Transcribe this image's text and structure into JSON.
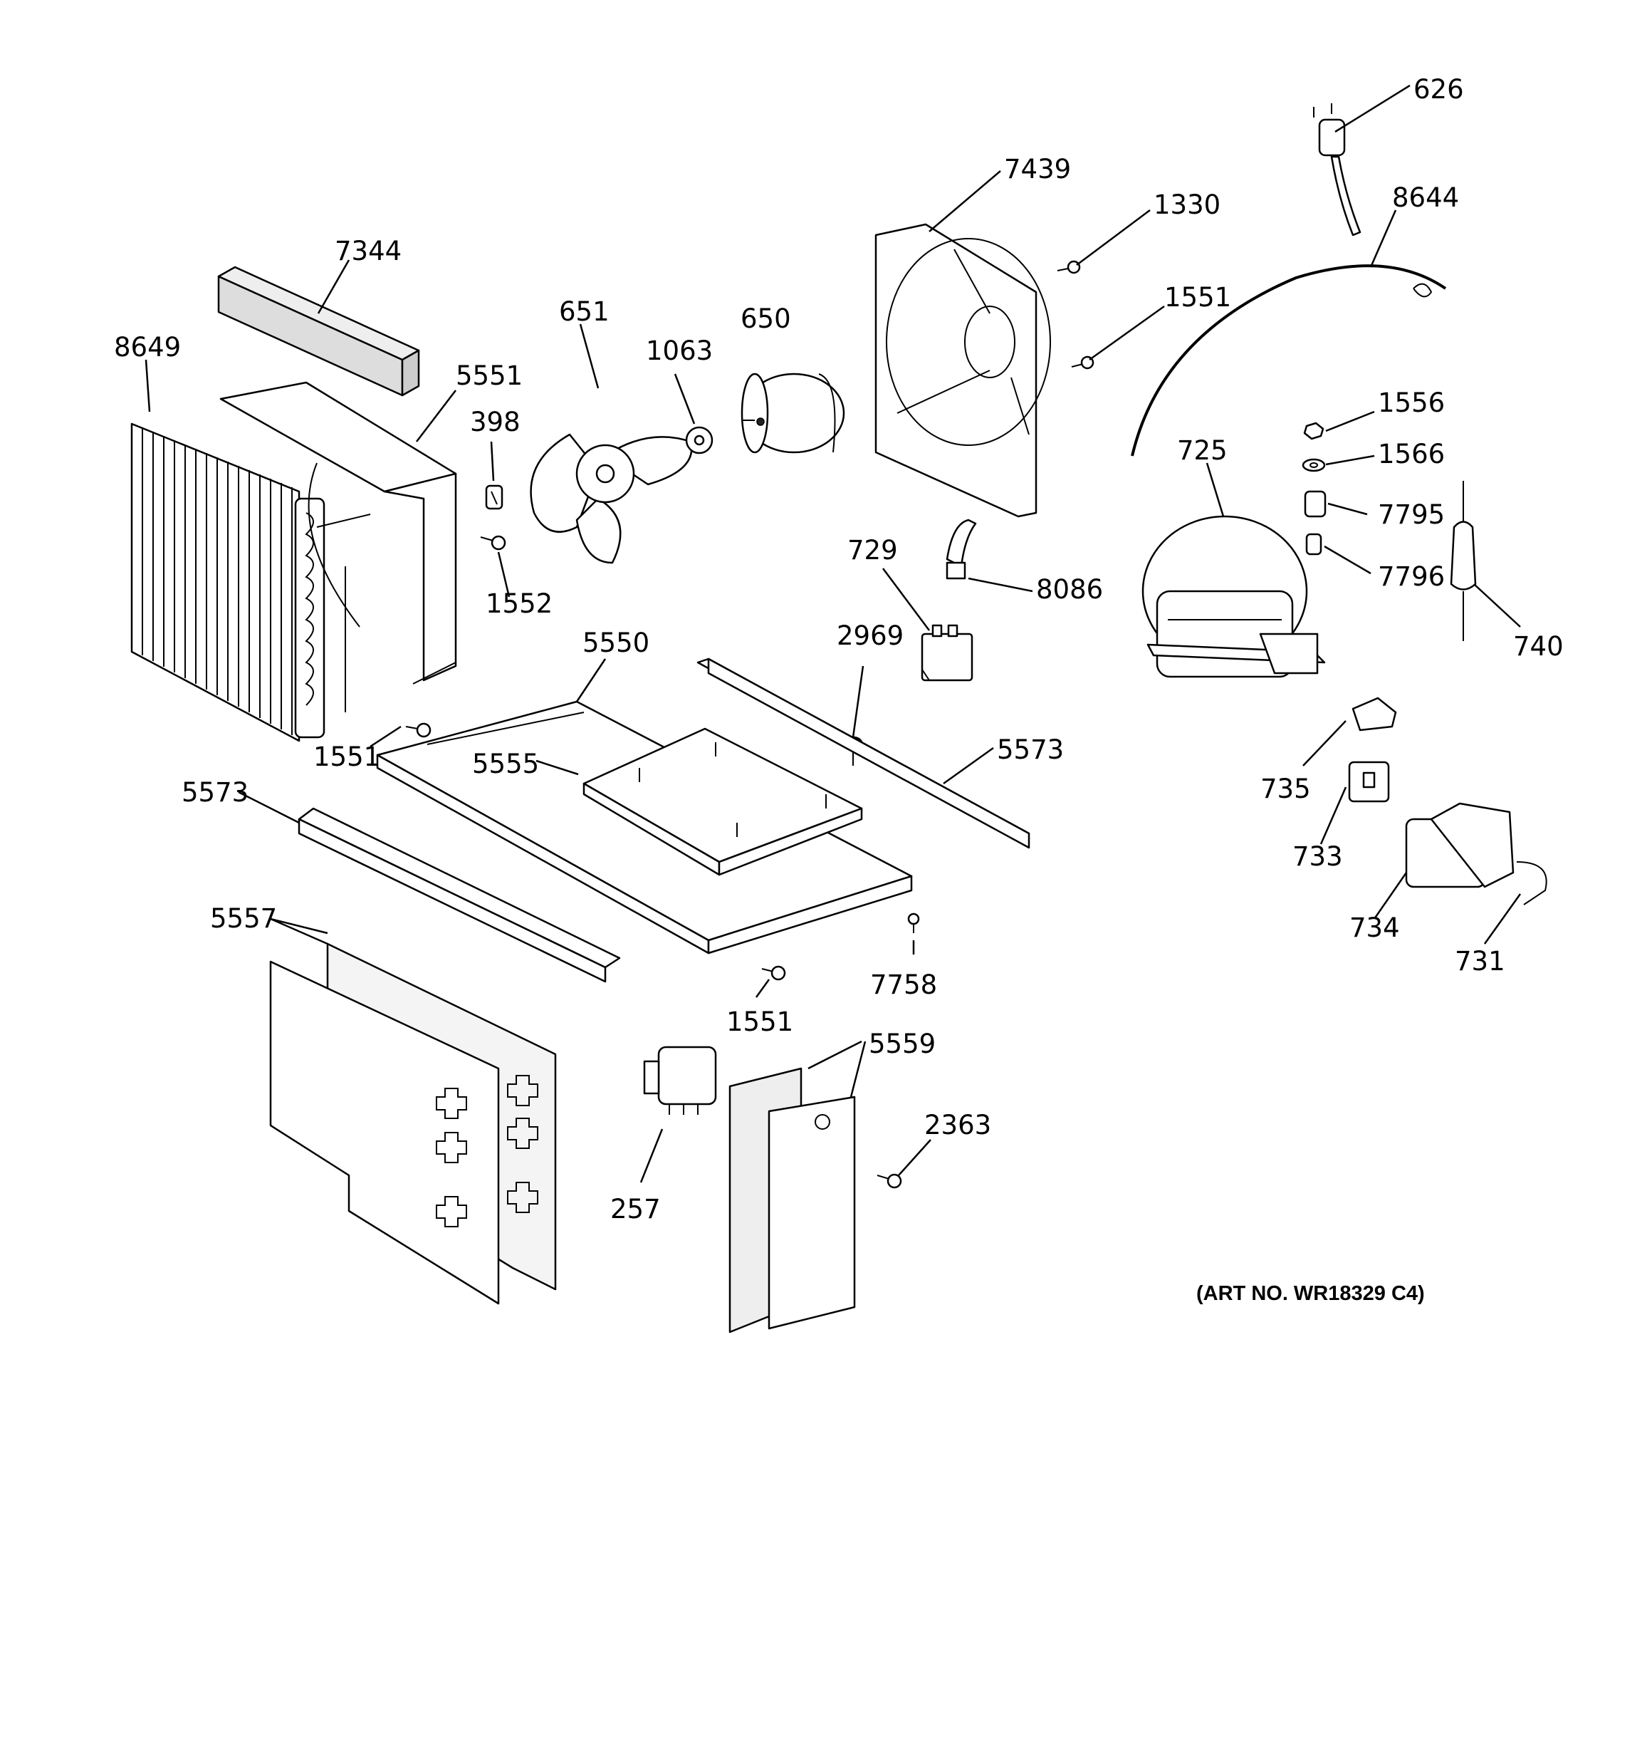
{
  "diagram": {
    "art_number": "(ART NO. WR18329 C4)",
    "callouts": {
      "c626": "626",
      "c7439": "7439",
      "c1330": "1330",
      "c8644": "8644",
      "c7344": "7344",
      "c651": "651",
      "c650": "650",
      "c1063": "1063",
      "c1551a": "1551",
      "c8649": "8649",
      "c5551": "5551",
      "c398": "398",
      "c1556": "1556",
      "c725": "725",
      "c1566": "1566",
      "c7795": "7795",
      "c729": "729",
      "c8086": "8086",
      "c7796": "7796",
      "c1552": "1552",
      "c740": "740",
      "c5550": "5550",
      "c2969": "2969",
      "c5573a": "5573",
      "c1551b": "1551",
      "c5555": "5555",
      "c735": "735",
      "c5573b": "5573",
      "c733": "733",
      "c734": "734",
      "c5557": "5557",
      "c731": "731",
      "c7758": "7758",
      "c1551c": "1551",
      "c5559": "5559",
      "c2363": "2363",
      "c257": "257"
    }
  }
}
